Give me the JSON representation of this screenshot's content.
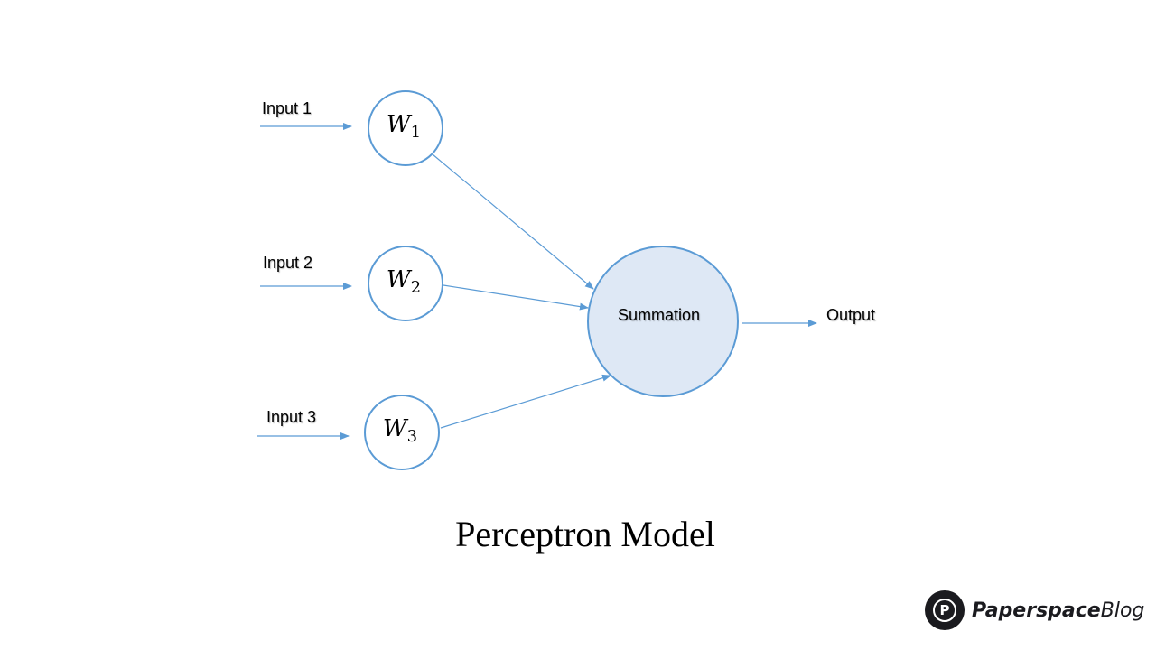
{
  "diagram": {
    "title": "Perceptron Model",
    "inputs": [
      {
        "label": "Input 1",
        "weight": "W",
        "sub": "1"
      },
      {
        "label": "Input 2",
        "weight": "W",
        "sub": "2"
      },
      {
        "label": "Input 3",
        "weight": "W",
        "sub": "3"
      }
    ],
    "summation": "Summation",
    "output": "Output",
    "colors": {
      "stroke": "#5b9bd5",
      "summation_fill": "#dee8f5"
    }
  },
  "logo": {
    "brand": "Paperspace",
    "suffix": "Blog",
    "mark": "P"
  }
}
